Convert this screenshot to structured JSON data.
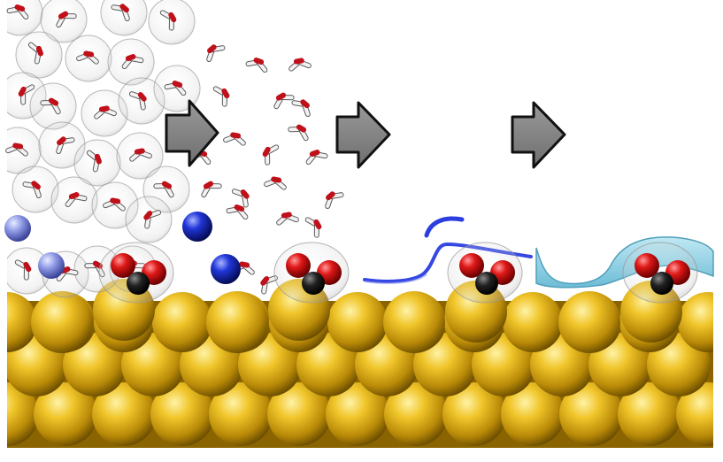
{
  "figure": {
    "panels": [
      {
        "id": "panel-1",
        "contents": [
          "explicit-water-molecules",
          "solvation-shells",
          "cations",
          "co2-molecule"
        ]
      },
      {
        "id": "panel-2",
        "contents": [
          "explicit-water-molecules",
          "cations",
          "co2-molecule"
        ]
      },
      {
        "id": "panel-3",
        "contents": [
          "cation-density-contour",
          "co2-molecule"
        ]
      },
      {
        "id": "panel-4",
        "contents": [
          "implicit-solvent-cavity",
          "co2-molecule"
        ]
      }
    ],
    "transitions": [
      "arrow-right-icon",
      "arrow-right-icon",
      "arrow-right-icon"
    ],
    "colors": {
      "gold": "#d7a514",
      "oxygen": "#d8141c",
      "hydrogen": "#ffffff",
      "carbon": "#1a1a1a",
      "cation": "#1c2fd0",
      "cation_contour": "#2b3ee0",
      "cavity": "#6cc3da",
      "arrow": "#808080"
    }
  }
}
